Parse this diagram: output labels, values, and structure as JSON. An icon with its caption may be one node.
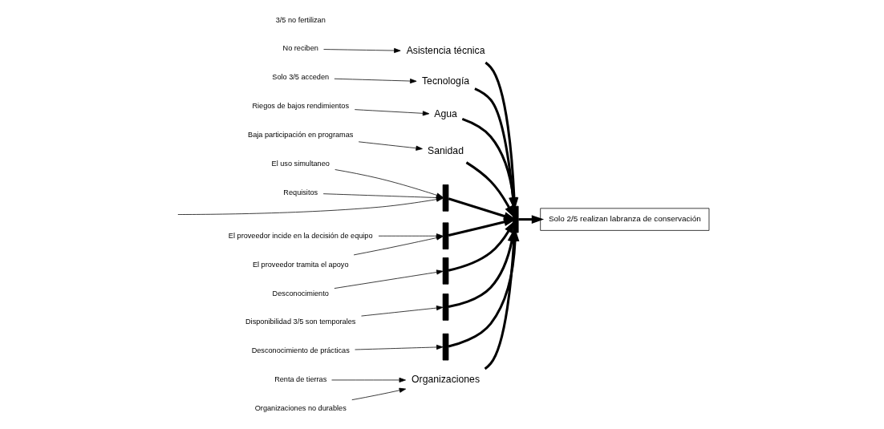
{
  "diagram": {
    "nodes": [
      {
        "text": [
          "Organizaciones"
        ]
      },
      {
        "text": [
          "Asistencia técnica"
        ]
      },
      {
        "text": [
          "Tecnología"
        ]
      },
      {
        "text": [
          "Agua"
        ]
      },
      {
        "text": [
          "Sanidad"
        ]
      },
      {
        "text": [
          "Renta de tierras"
        ]
      },
      {
        "text": [
          "Organizaciones no durables"
        ]
      },
      {
        "text": [
          "No reciben"
        ]
      },
      {
        "text": [
          "Solo 3/5 acceden"
        ]
      },
      {
        "text": [
          "Riegos de bajos rendimientos"
        ]
      },
      {
        "text": [
          "Baja participación en programas"
        ]
      },
      {
        "text": [],
        "shape": "bar"
      },
      {
        "text": [
          "Solo 2/5 realizan labranza de conservación"
        ]
      },
      {
        "text": [],
        "shape": "bar"
      },
      {
        "text": [],
        "shape": "bar"
      },
      {
        "text": [],
        "shape": "bar"
      },
      {
        "text": [],
        "shape": "bar"
      },
      {
        "text": [],
        "shape": "bar"
      },
      {
        "text": [
          "El uso simultaneo"
        ]
      },
      {
        "text": [
          "El proveedor incide en la decisión de equipo"
        ]
      },
      {
        "text": [
          "Desconocimiento"
        ]
      },
      {
        "text": [
          "Disponibilidad 3/5 son temporales"
        ]
      },
      {
        "text": [
          "Desconocimiento de prácticas"
        ]
      },
      {
        "text": [
          "El proveedor tramita el apoyo"
        ]
      },
      {
        "text": [
          "Requisitos"
        ]
      }
    ],
    "edges": [
      {
        "from": 0,
        "to": 11,
        "arrow": "to",
        "style": "thick"
      },
      {
        "from": 1,
        "to": 11,
        "arrow": "to",
        "style": "thick"
      },
      {
        "from": 2,
        "to": 11,
        "arrow": "to",
        "style": "thick"
      },
      {
        "from": 3,
        "to": 11,
        "arrow": "to",
        "style": "thick"
      },
      {
        "from": 4,
        "to": 11,
        "arrow": "to",
        "style": "thick"
      },
      {
        "from": 13,
        "to": 11,
        "arrow": "to",
        "style": "thick"
      },
      {
        "from": 14,
        "to": 11,
        "arrow": "to",
        "style": "thick"
      },
      {
        "from": 15,
        "to": 11,
        "arrow": "to",
        "style": "thick"
      },
      {
        "from": 16,
        "to": 11,
        "arrow": "to",
        "style": "thick"
      },
      {
        "from": 17,
        "to": 11,
        "arrow": "to",
        "style": "thick"
      },
      {
        "from": 11,
        "to": 12,
        "arrow": "to",
        "style": "thick"
      },
      {
        "from": 5,
        "to": 0,
        "arrow": "to"
      },
      {
        "from": 6,
        "to": 0,
        "arrow": "to"
      },
      {
        "from": 7,
        "to": 1,
        "arrow": "to"
      },
      {
        "from": 8,
        "to": 2,
        "arrow": "to"
      },
      {
        "from": 9,
        "to": 3,
        "arrow": "to"
      },
      {
        "from": 10,
        "to": 4,
        "arrow": "to"
      },
      {
        "from": 18,
        "to": 13,
        "arrow": "to"
      },
      {
        "from": null,
        "to": 13,
        "arrow": "to"
      },
      {
        "from": 24,
        "to": 13,
        "arrow": "to"
      },
      {
        "from": 19,
        "to": 14,
        "arrow": "to"
      },
      {
        "from": 23,
        "to": 14,
        "arrow": "to"
      },
      {
        "from": 20,
        "to": 15,
        "arrow": "to"
      },
      {
        "from": 21,
        "to": 16,
        "arrow": "to"
      },
      {
        "from": 22,
        "to": 17,
        "arrow": "to"
      }
    ],
    "labels": [
      "3/5 no fertilizan"
    ]
  }
}
